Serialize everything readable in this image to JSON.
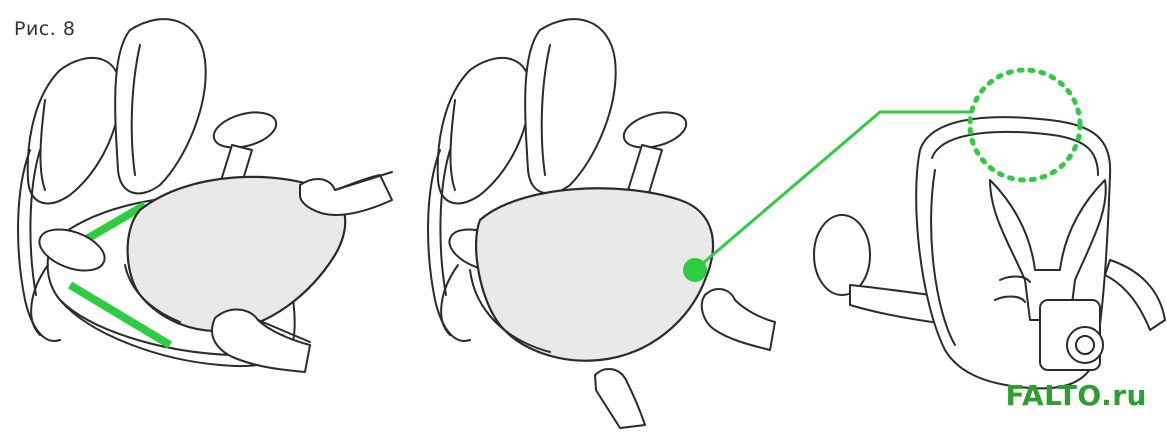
{
  "figure": {
    "label": "Рис. 8",
    "watermark": "FALTO.ru"
  },
  "colors": {
    "accent_green": "#2ecc40",
    "watermark_green": "#2e9e2e",
    "outline": "#2b2b2b",
    "cushion_fill": "#e9e9e9"
  },
  "panels": [
    {
      "id": "panel-1",
      "icon": "hands-lifting-seat-cushion",
      "highlight": "green-seat-rails"
    },
    {
      "id": "panel-2",
      "icon": "hands-placing-seat-cushion",
      "highlight": "green-attachment-point"
    },
    {
      "id": "panel-3",
      "icon": "chair-seat-pan-underside",
      "highlight": "dotted-circle-detail"
    }
  ]
}
